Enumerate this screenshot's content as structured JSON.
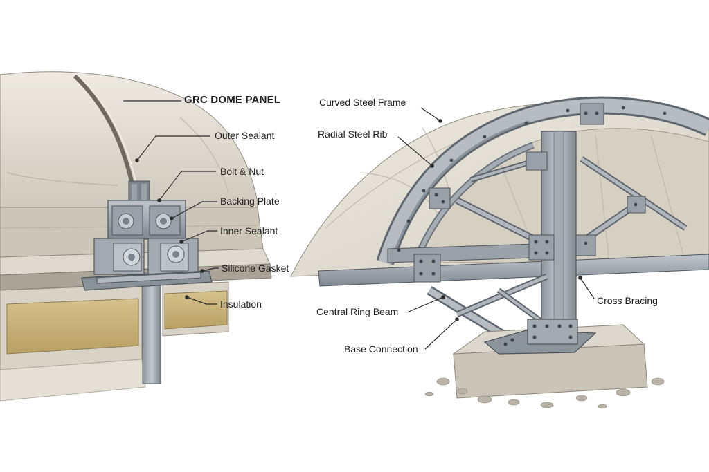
{
  "left_detail": {
    "labels": {
      "grc_dome_panel": "GRC DOME PANEL",
      "outer_sealant": "Outer Sealant",
      "bolt_nut": "Bolt & Nut",
      "backing_plate": "Backing Plate",
      "inner_sealant": "Inner Sealant",
      "silicone_gasket": "Silicone Gasket",
      "insulation": "Insulation"
    }
  },
  "right_detail": {
    "labels": {
      "curved_steel_frame": "Curved Steel Frame",
      "radial_steel_rib": "Radial Steel Rib",
      "central_ring_beam": "Central Ring Beam",
      "cross_bracing": "Cross Bracing",
      "base_connection": "Base Connection"
    }
  },
  "colors": {
    "concrete": "#dcd8cd",
    "concrete_shadow": "#b9b4a6",
    "steel": "#a7aeb5",
    "steel_dark": "#6d757d",
    "insulation": "#c9b27a",
    "leader_line": "#2b2b2b",
    "text": "#1e1e1e"
  }
}
